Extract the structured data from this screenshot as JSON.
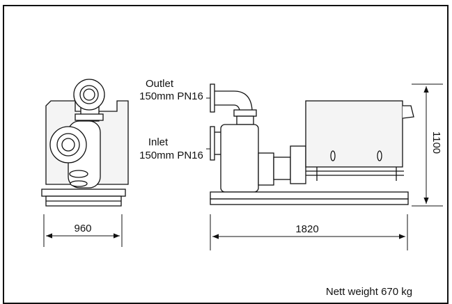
{
  "outlet": {
    "label": "Outlet",
    "spec": "150mm PN16"
  },
  "inlet": {
    "label": "Inlet",
    "spec": "150mm PN16"
  },
  "dimensions": {
    "front_width": "960",
    "side_length": "1820",
    "height": "1100"
  },
  "weight_note": "Nett weight 670 kg"
}
